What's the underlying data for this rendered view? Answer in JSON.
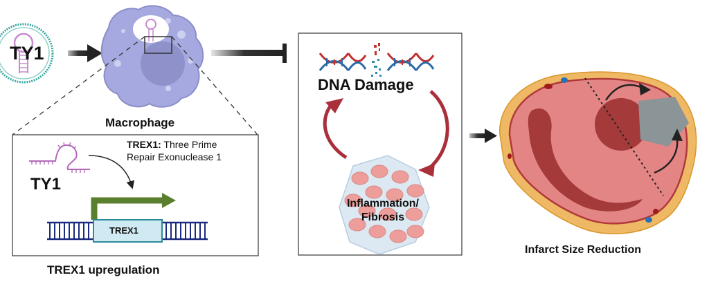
{
  "figure": {
    "type": "graphical-abstract",
    "tyv_particle": {
      "label": "TY1"
    },
    "macrophage": {
      "label": "Macrophage"
    },
    "inset": {
      "ty1_label": "TY1",
      "trex1_def_bold": "TREX1:",
      "trex1_def_line1": " Three Prime",
      "trex1_def_line2": "Repair Exonuclease 1",
      "gene_label": "TREX1",
      "caption": "TREX1 upregulation"
    },
    "cycle_box": {
      "top_label": "DNA Damage",
      "bottom_label_line1": "Inflammation/",
      "bottom_label_line2": "Fibrosis"
    },
    "heart": {
      "label": "Infarct Size Reduction"
    },
    "colors": {
      "macrophage": "#a6a8e0",
      "nucleus": "#8c8ec8",
      "rna": "#b469b8",
      "vesicle_ring": "#3aa8a0",
      "promoter_arrow": "#5a7f2e",
      "gene_box": "#cfeaf2",
      "dna_ladder": "#1c2a80",
      "cycle_arrow": "#a9303a",
      "myocardium": "#e48585",
      "infarct": "#a43a3a",
      "fat": "#eeb864",
      "scar": "#8b9496"
    }
  }
}
